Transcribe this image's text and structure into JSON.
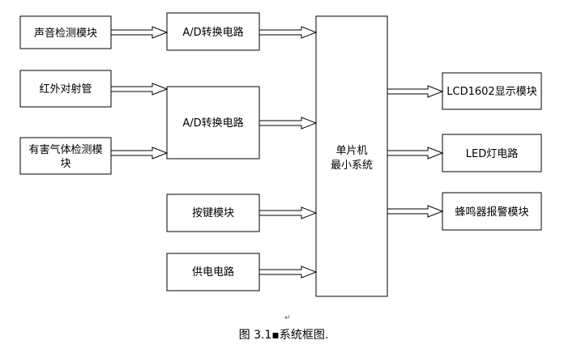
{
  "diagram": {
    "blocks": {
      "sound_module": "声音检测模块",
      "adc_top": "A/D转换电路",
      "ir_tube": "红外对射管",
      "gas_module_line1": "有害气体检测模",
      "gas_module_line2": "块",
      "adc_mid": "A/D转换电路",
      "mcu_line1": "单片机",
      "mcu_line2": "最小系统",
      "keys_module": "按键模块",
      "power_circuit": "供电电路",
      "lcd_module": "LCD1602显示模块",
      "led_circuit": "LED灯电路",
      "buzzer_module": "蜂鸣器报警模块"
    },
    "caption": "图 3.1▪系统框图."
  }
}
